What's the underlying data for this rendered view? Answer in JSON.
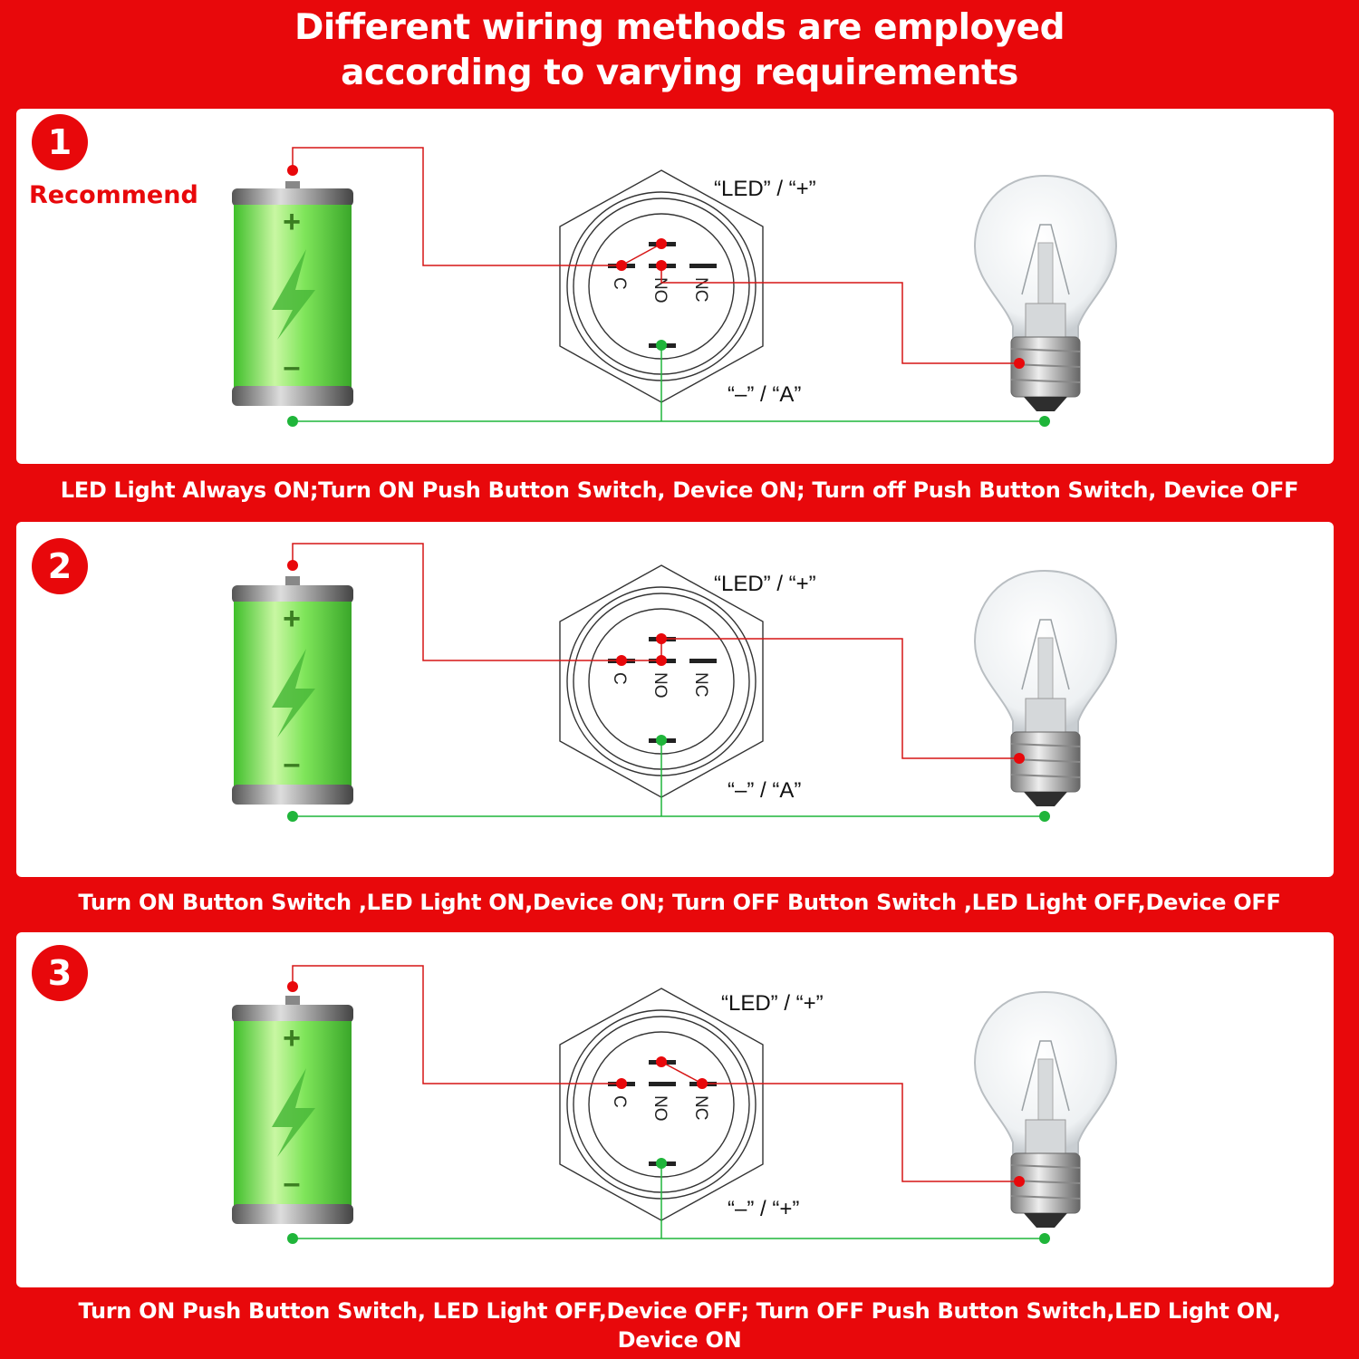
{
  "title": {
    "line1": "Different wiring methods are employed",
    "line2": "according to varying requirements"
  },
  "colors": {
    "background": "#e8080b",
    "positive_wire": "#d61515",
    "negative_wire": "#1fb53a",
    "battery": "#7be05a"
  },
  "panels": [
    {
      "number": "1",
      "badge": "Recommend",
      "top_label": "“LED” / “+”",
      "bottom_label": "“–” / “A”",
      "pins": {
        "c": "C",
        "no": "NO",
        "nc": "NC"
      },
      "battery": {
        "plus": "+",
        "minus": "–"
      },
      "caption": "LED Light Always ON;Turn ON Push Button Switch, Device ON; Turn off Push Button Switch, Device OFF"
    },
    {
      "number": "2",
      "top_label": "“LED” / “+”",
      "bottom_label": "“–” / “A”",
      "pins": {
        "c": "C",
        "no": "NO",
        "nc": "NC"
      },
      "battery": {
        "plus": "+",
        "minus": "–"
      },
      "caption": "Turn ON Button Switch ,LED Light ON,Device ON; Turn OFF Button Switch ,LED Light OFF,Device OFF"
    },
    {
      "number": "3",
      "top_label": "“LED” / “+”",
      "bottom_label": "“–” / “+”",
      "pins": {
        "c": "C",
        "no": "NO",
        "nc": "NC"
      },
      "battery": {
        "plus": "+",
        "minus": "–"
      },
      "caption": "Turn ON Push Button Switch, LED Light OFF,Device OFF; Turn OFF Push Button Switch,LED Light ON, Device ON"
    }
  ]
}
